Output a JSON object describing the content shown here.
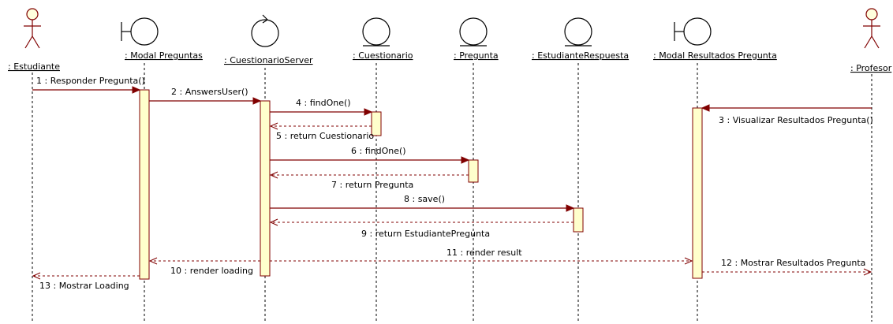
{
  "colors": {
    "line": "#800000",
    "activation_fill": "#ffffcc",
    "actor_head_fill": "#ffffdd"
  },
  "lifelines": [
    {
      "id": "estudiante",
      "type": "actor-icon",
      "label": ": Estudiante"
    },
    {
      "id": "modal-preguntas",
      "type": "boundary-icon",
      "label": ": Modal Preguntas"
    },
    {
      "id": "cuestionario-server",
      "type": "control-icon",
      "label": ": CuestionarioServer"
    },
    {
      "id": "cuestionario",
      "type": "entity-icon",
      "label": ": Cuestionario"
    },
    {
      "id": "pregunta",
      "type": "entity-icon",
      "label": ": Pregunta"
    },
    {
      "id": "estudiante-respuesta",
      "type": "entity-icon",
      "label": ": EstudianteRespuesta"
    },
    {
      "id": "modal-resultados",
      "type": "boundary-icon",
      "label": ": Modal Resultados Pregunta"
    },
    {
      "id": "profesor",
      "type": "actor-icon",
      "label": ": Profesor"
    }
  ],
  "messages": [
    {
      "label": "1 : Responder Pregunta()",
      "from": "estudiante",
      "to": "modal-preguntas",
      "kind": "sync"
    },
    {
      "label": "2 : AnswersUser()",
      "from": "modal-preguntas",
      "to": "cuestionario-server",
      "kind": "sync"
    },
    {
      "label": "3 : Visualizar Resultados Pregunta()",
      "from": "profesor",
      "to": "modal-resultados",
      "kind": "sync"
    },
    {
      "label": "4 : findOne()",
      "from": "cuestionario-server",
      "to": "cuestionario",
      "kind": "sync"
    },
    {
      "label": "5 : return Cuestionario",
      "from": "cuestionario",
      "to": "cuestionario-server",
      "kind": "return"
    },
    {
      "label": "6 : findOne()",
      "from": "cuestionario-server",
      "to": "pregunta",
      "kind": "sync"
    },
    {
      "label": "7 : return Pregunta",
      "from": "pregunta",
      "to": "cuestionario-server",
      "kind": "return"
    },
    {
      "label": "8 : save()",
      "from": "cuestionario-server",
      "to": "estudiante-respuesta",
      "kind": "sync"
    },
    {
      "label": "9 : return EstudiantePregunta",
      "from": "estudiante-respuesta",
      "to": "cuestionario-server",
      "kind": "return"
    },
    {
      "label": "10 : render loading",
      "from": "cuestionario-server",
      "to": "modal-preguntas",
      "kind": "return"
    },
    {
      "label": "11 : render result",
      "from": "cuestionario-server",
      "to": "modal-resultados",
      "kind": "return"
    },
    {
      "label": "12 : Mostrar Resultados Pregunta",
      "from": "modal-resultados",
      "to": "profesor",
      "kind": "return"
    },
    {
      "label": "13 : Mostrar Loading",
      "from": "modal-preguntas",
      "to": "estudiante",
      "kind": "return"
    }
  ]
}
